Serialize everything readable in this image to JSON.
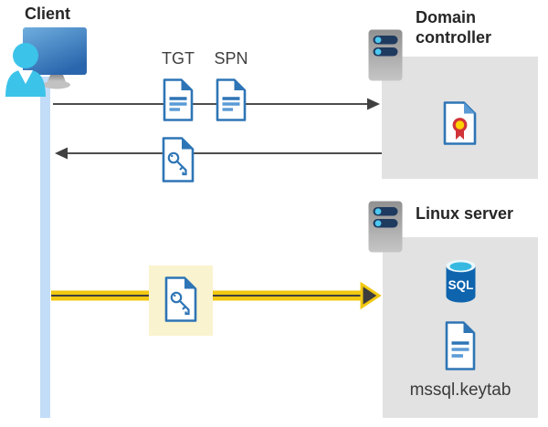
{
  "labels": {
    "client": "Client",
    "domain_controller": "Domain controller",
    "linux_server": "Linux server",
    "tgt": "TGT",
    "spn": "SPN",
    "keytab": "mssql.keytab",
    "sql": "SQL"
  },
  "icons": [
    "client-user-workstation-icon",
    "server-icon",
    "tgt-document-icon",
    "spn-document-icon",
    "key-document-icon",
    "certificate-document-icon",
    "sql-database-icon",
    "keytab-document-icon"
  ],
  "colors": {
    "doc_border_blue": "#2E75B6",
    "doc_line_light_blue": "#5B9BD5",
    "timeline_light_blue": "#C3DDF8",
    "container_gray": "#E2E2E2",
    "arrow_dark_gray": "#4D4D4D",
    "arrowhead_dark": "#404040",
    "highlight_pale_yellow": "#FAF3CF",
    "arrow_yellow": "#F2C811",
    "server_slot_navy": "#1F3A5F",
    "server_led_cyan": "#4DC9F0",
    "sql_body_blue": "#0F64AE",
    "sql_top_cyan": "#35B9E0",
    "cert_ribbon_red": "#D13438",
    "cert_seal_gold": "#FFD100",
    "person_cyan": "#3CC3E9",
    "title_text": "#262626"
  }
}
